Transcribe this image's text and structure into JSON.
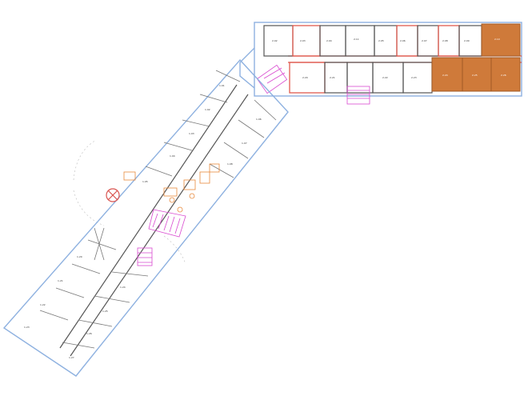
{
  "colors": {
    "background": "#ffffff",
    "wall": "#555555",
    "facade": "#8eb1e0",
    "highlight_wall": "#e05a4f",
    "stair": "#d94ad0",
    "fixture": "#e8893c",
    "room_fill_highlight": "#cf7a3a"
  },
  "rooms_east": [
    {
      "label": "2.02"
    },
    {
      "label": "2.03"
    },
    {
      "label": "2.04"
    },
    {
      "label": "2.05"
    },
    {
      "label": "2.06"
    },
    {
      "label": "2.07"
    },
    {
      "label": "2.08"
    },
    {
      "label": "2.09"
    },
    {
      "label": "2.10"
    },
    {
      "label": "2.11"
    }
  ],
  "rooms_east_south": [
    {
      "label": "2.20"
    },
    {
      "label": "2.21"
    },
    {
      "label": "2.22"
    },
    {
      "label": "2.23"
    },
    {
      "label": "2.24"
    },
    {
      "label": "2.25"
    },
    {
      "label": "2.26"
    }
  ],
  "rooms_wing_ne": [
    {
      "label": "1.01"
    },
    {
      "label": "1.02"
    },
    {
      "label": "1.03"
    },
    {
      "label": "1.04"
    },
    {
      "label": "1.05"
    },
    {
      "label": "1.06"
    },
    {
      "label": "1.07"
    },
    {
      "label": "1.08"
    }
  ],
  "rooms_wing_sw": [
    {
      "label": "1.20"
    },
    {
      "label": "1.21"
    },
    {
      "label": "1.22"
    },
    {
      "label": "1.23"
    },
    {
      "label": "1.24"
    },
    {
      "label": "1.25"
    },
    {
      "label": "1.26"
    },
    {
      "label": "1.27"
    }
  ]
}
